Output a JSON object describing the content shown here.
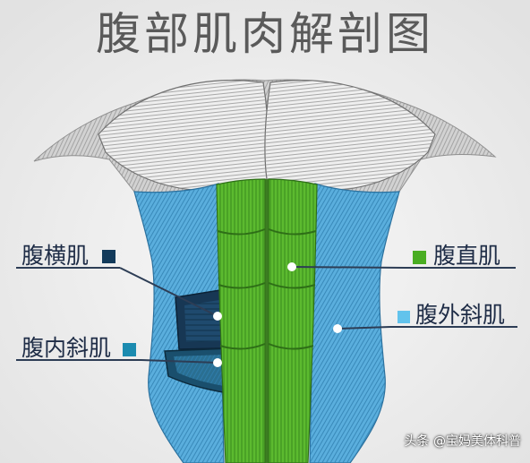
{
  "title": "腹部肌肉解剖图",
  "labels": {
    "transverse": {
      "text": "腹横肌",
      "color": "#123a5a"
    },
    "rectus": {
      "text": "腹直肌",
      "color": "#49ad22"
    },
    "external_oblique": {
      "text": "腹外斜肌",
      "color": "#62c3ec"
    },
    "internal_oblique": {
      "text": "腹内斜肌",
      "color": "#1b8bb0"
    }
  },
  "watermark": "头条 @宝妈美体科普",
  "colors": {
    "background": "#ececec",
    "chest": "#efefef",
    "oblique": "#5aaedd",
    "rectus": "#5cba2f",
    "transverse_dark": "#173754",
    "internal_oblique_fill": "#1a4f6d",
    "label_text": "#1e2c46",
    "leader_line": "#2d3d55"
  }
}
